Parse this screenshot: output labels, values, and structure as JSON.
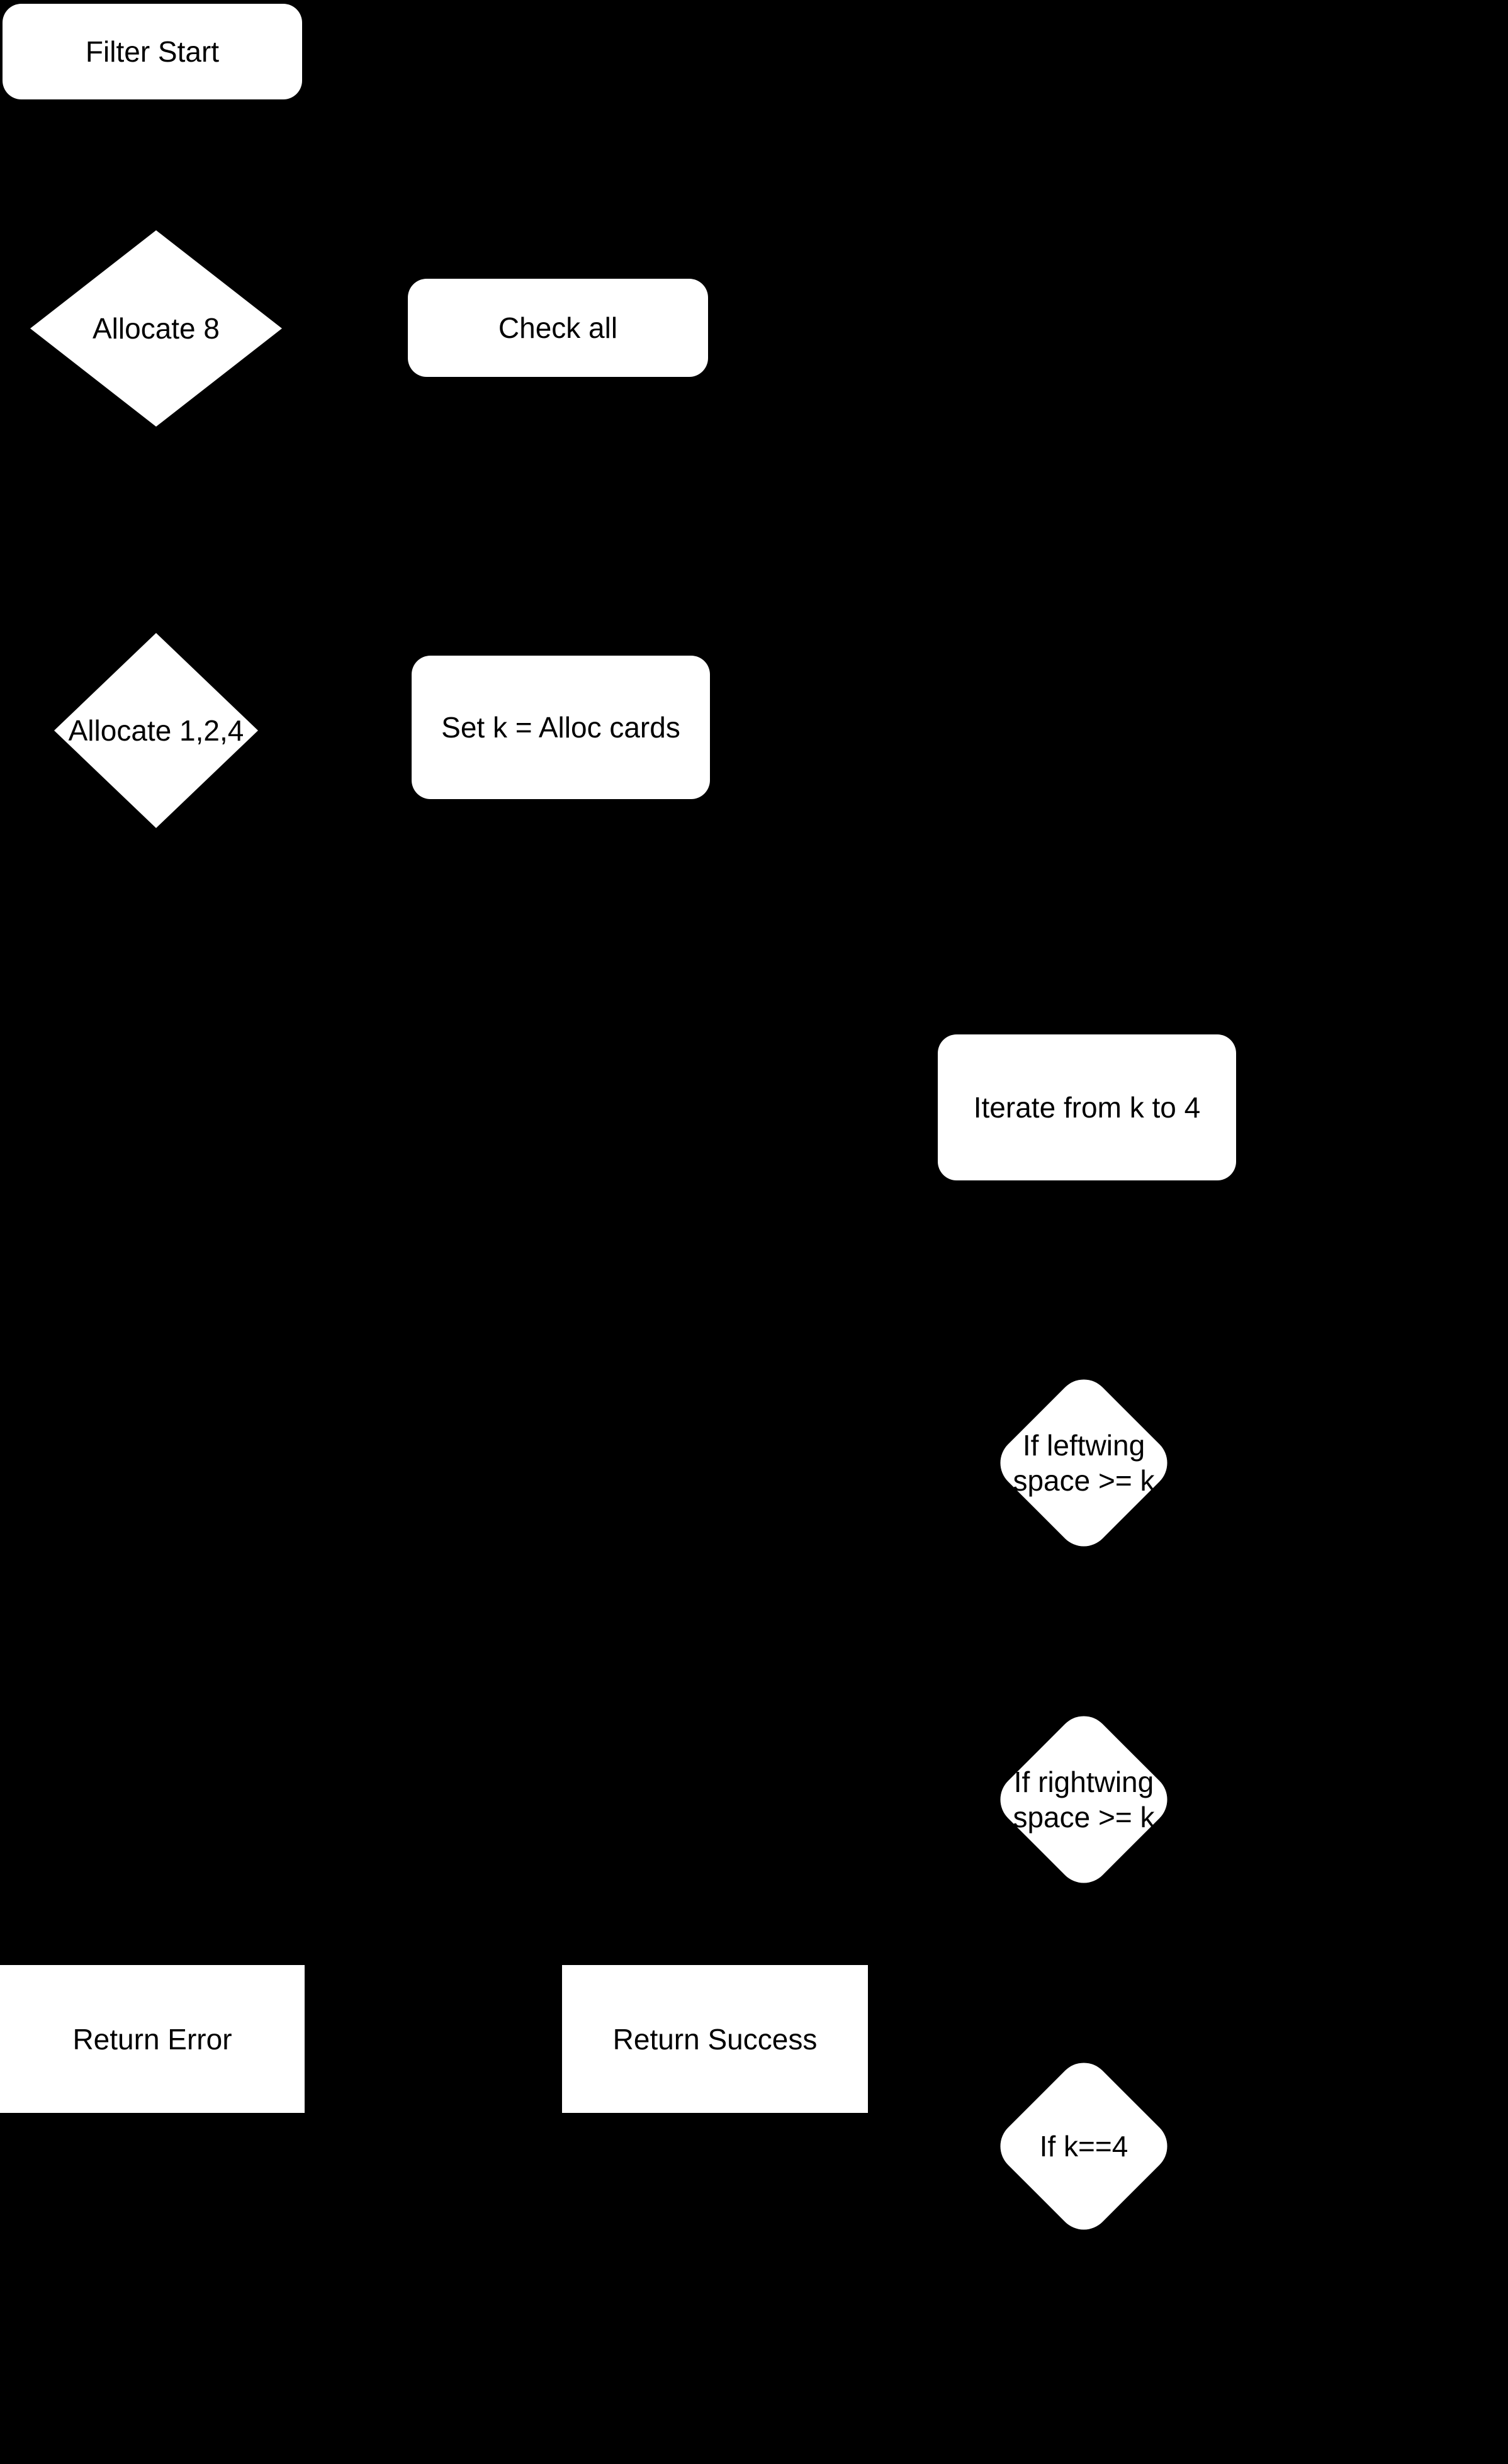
{
  "colors": {
    "background": "#000000",
    "node_fill": "#ffffff",
    "node_text": "#000000"
  },
  "flowchart": {
    "nodes": {
      "filter_start": {
        "label": "Filter Start",
        "shape": "rounded-rectangle"
      },
      "allocate_8": {
        "label": "Allocate 8",
        "shape": "diamond"
      },
      "check_all": {
        "label": "Check all",
        "shape": "rounded-rectangle"
      },
      "allocate_1_2_4": {
        "label": "Allocate 1,2,4",
        "shape": "diamond"
      },
      "set_k": {
        "label": "Set k = Alloc cards",
        "shape": "rounded-rectangle"
      },
      "iterate_k_to_4": {
        "label": "Iterate from k to 4",
        "shape": "rounded-rectangle"
      },
      "if_leftwing": {
        "label": "If leftwing space >= k",
        "shape": "rounded-diamond"
      },
      "if_rightwing": {
        "label": "If rightwing space >= k",
        "shape": "rounded-diamond"
      },
      "return_error": {
        "label": "Return Error",
        "shape": "rectangle"
      },
      "return_success": {
        "label": "Return Success",
        "shape": "rectangle"
      },
      "if_k_eq_4": {
        "label": "If k==4",
        "shape": "rounded-diamond"
      }
    }
  }
}
